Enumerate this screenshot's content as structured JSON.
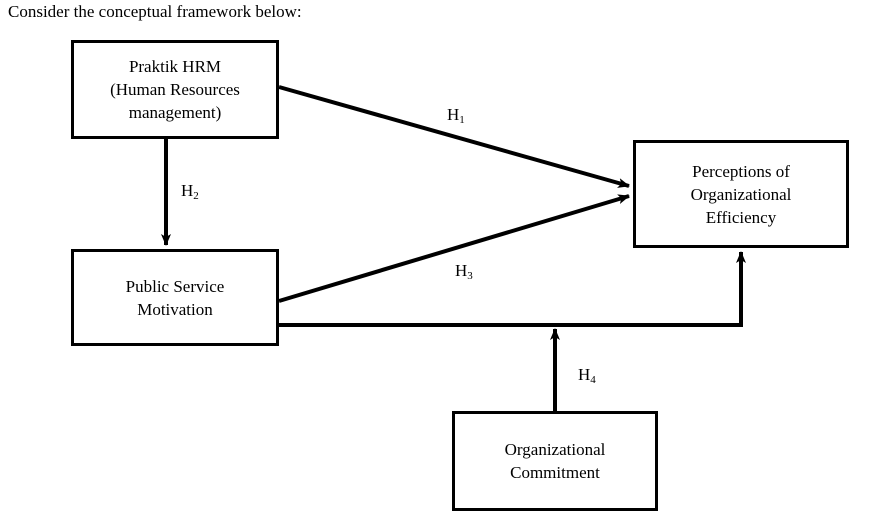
{
  "caption": "Consider the conceptual framework below:",
  "diagram": {
    "type": "conceptual-framework",
    "nodes": [
      {
        "id": "hrm",
        "label": "Praktik HRM\n(Human Resources\nmanagement)"
      },
      {
        "id": "psm",
        "label": "Public Service\nMotivation"
      },
      {
        "id": "efficiency",
        "label": "Perceptions of\nOrganizational\nEfficiency"
      },
      {
        "id": "commitment",
        "label": "Organizational\nCommitment"
      }
    ],
    "edges": [
      {
        "id": "h1",
        "label": "H",
        "subscript": "1",
        "from": "hrm",
        "to": "efficiency",
        "style": "direct-arrow"
      },
      {
        "id": "h2",
        "label": "H",
        "subscript": "2",
        "from": "hrm",
        "to": "psm",
        "style": "direct-arrow"
      },
      {
        "id": "h3",
        "label": "H",
        "subscript": "3",
        "from": "psm",
        "to": "efficiency",
        "style": "direct-arrow"
      },
      {
        "id": "h4",
        "label": "H",
        "subscript": "4",
        "from": "commitment",
        "to": "psm-efficiency-path",
        "style": "moderator-arrow"
      }
    ],
    "colors": {
      "stroke": "#000000",
      "fill": "#ffffff",
      "text": "#000000"
    }
  }
}
